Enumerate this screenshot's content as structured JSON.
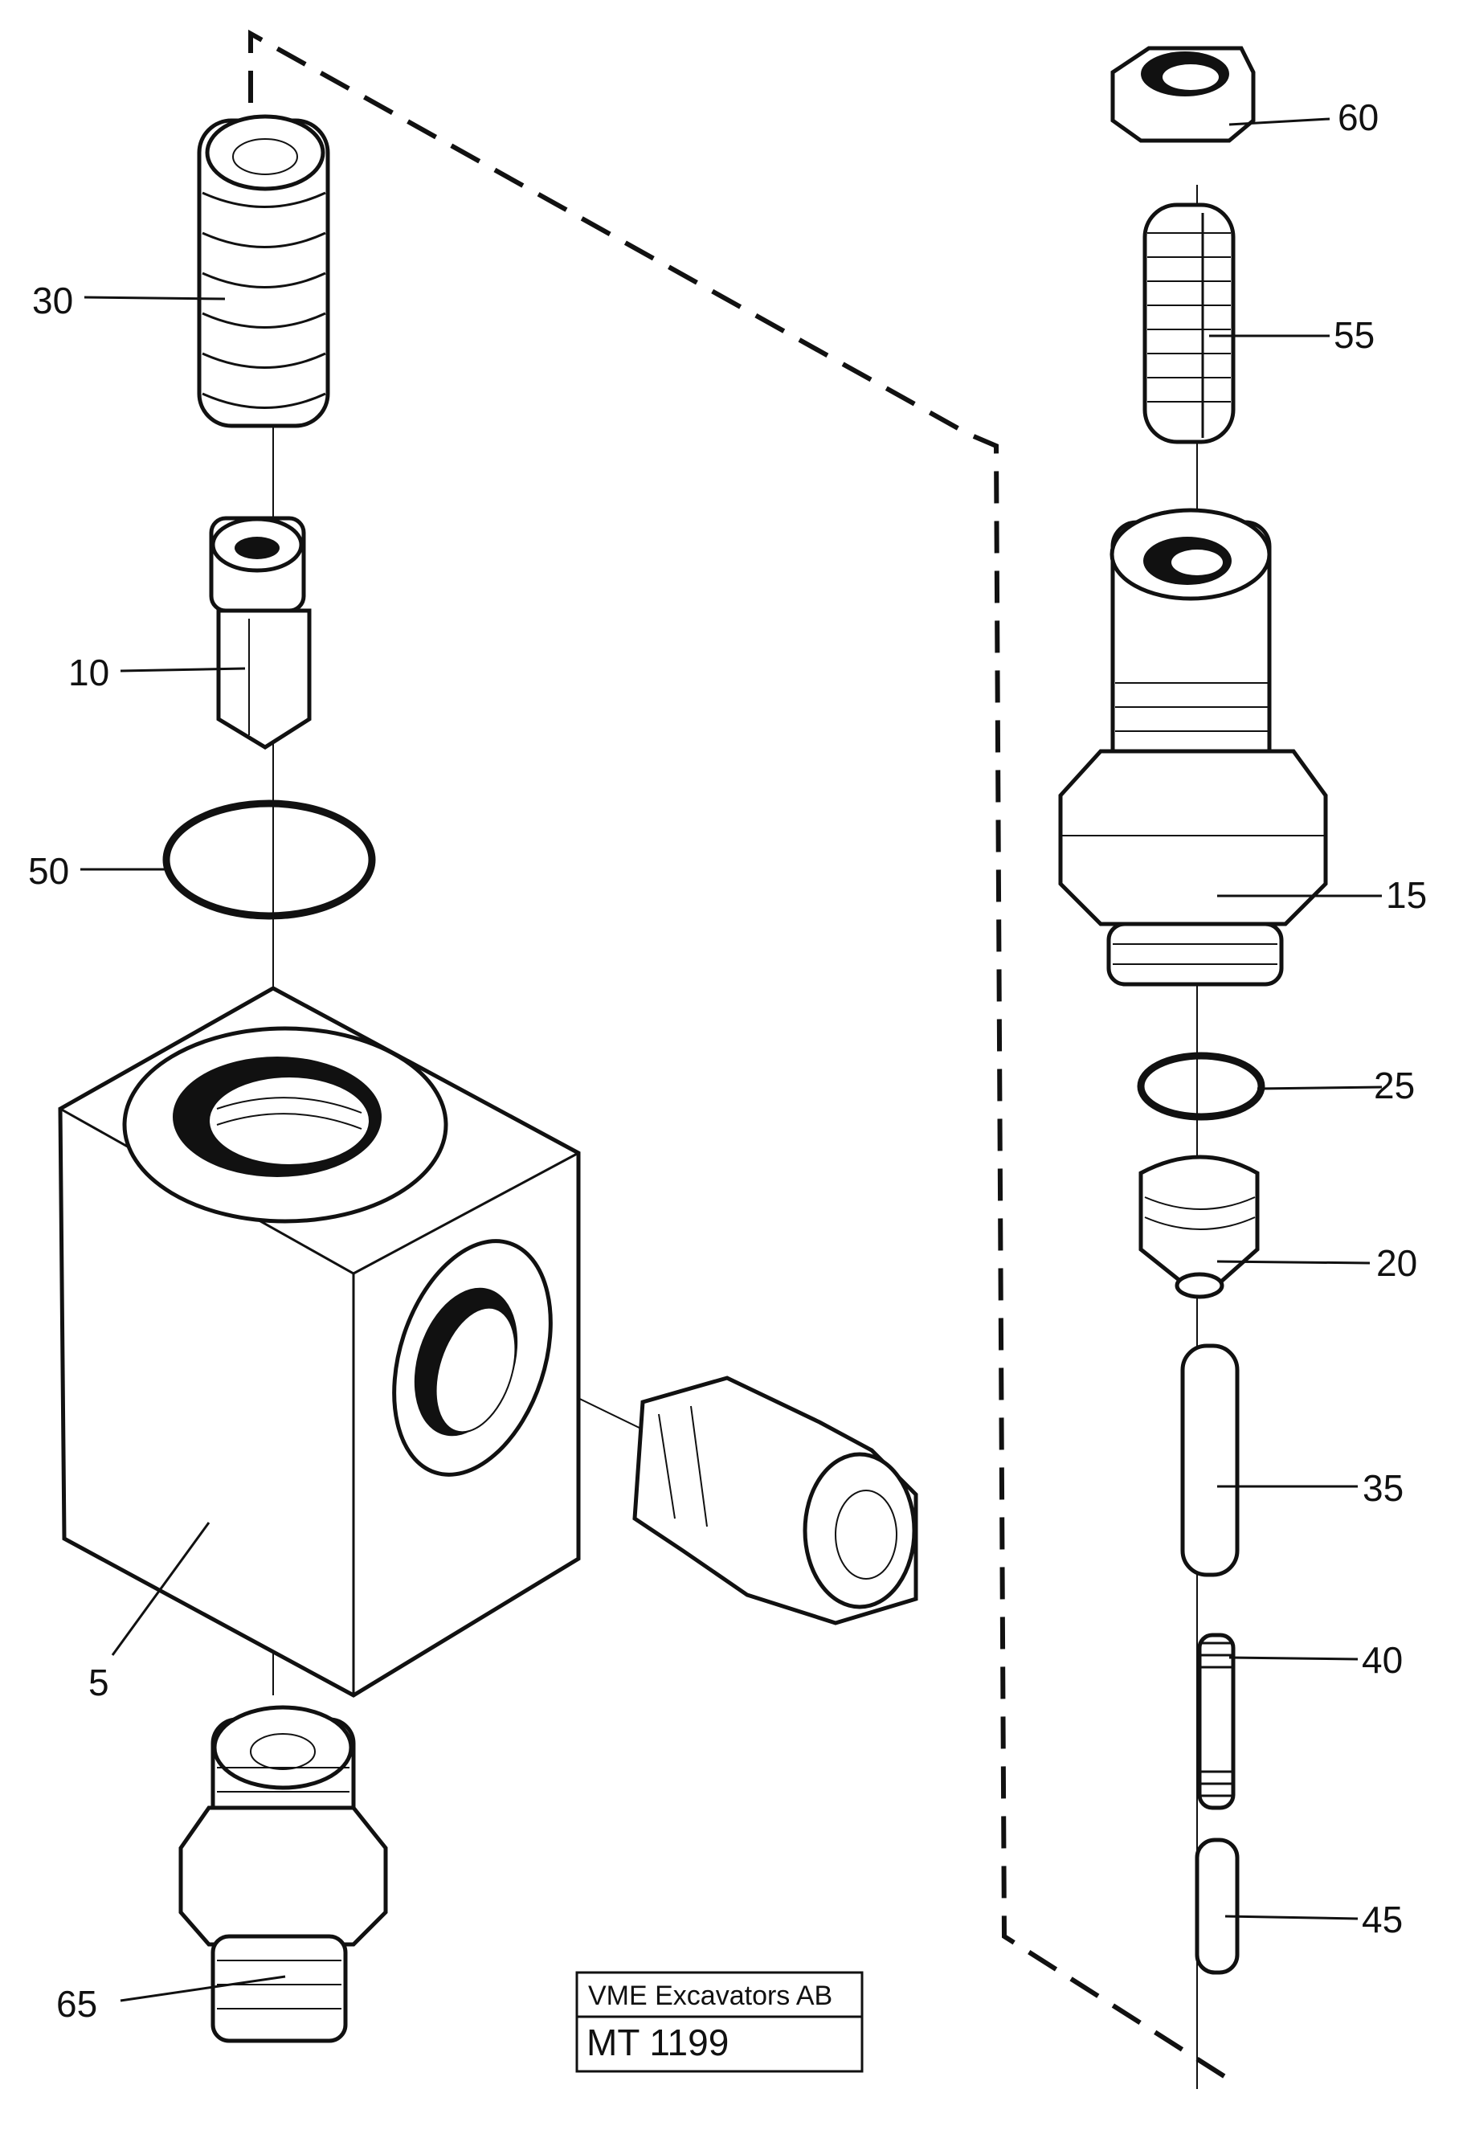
{
  "callouts": {
    "c30": "30",
    "c10": "10",
    "c50": "50",
    "c5": "5",
    "c65": "65",
    "c60": "60",
    "c55": "55",
    "c15": "15",
    "c25": "25",
    "c20": "20",
    "c35": "35",
    "c40": "40",
    "c45": "45"
  },
  "stamp": {
    "company": "VME Excavators AB",
    "code": "MT 1199"
  }
}
